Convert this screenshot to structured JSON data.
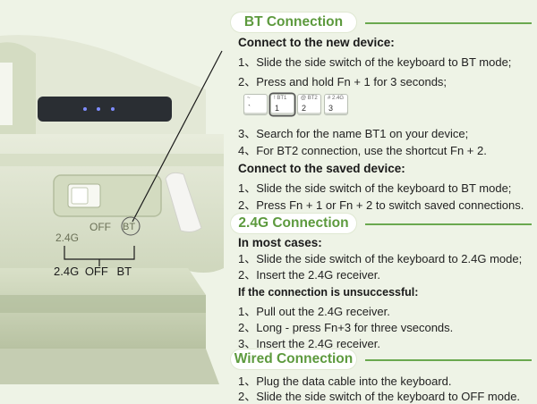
{
  "device": {
    "switch_labels": [
      "2.4G",
      "OFF",
      "BT"
    ]
  },
  "callout": {
    "labels": [
      "2.4G",
      "OFF",
      "BT"
    ]
  },
  "keys": [
    {
      "top": "~",
      "bottom": "`"
    },
    {
      "top": "! BT1",
      "bottom": "1"
    },
    {
      "top": "@ BT2",
      "bottom": "2"
    },
    {
      "top": "# 2.4G",
      "bottom": "3"
    }
  ],
  "bt": {
    "title": "BT Connection",
    "new_heading": "Connect to the new device:",
    "new_steps": [
      "1、Slide the side switch of the keyboard to BT mode;",
      "2、Press and hold Fn + 1 for 3 seconds;",
      "3、Search for the name BT1 on your device;",
      "4、For BT2 connection, use the shortcut Fn + 2."
    ],
    "saved_heading": "Connect to the saved device:",
    "saved_steps": [
      "1、Slide the side switch of the keyboard to BT mode;",
      "2、Press Fn + 1 or Fn + 2 to switch saved connections."
    ]
  },
  "g24": {
    "title": "2.4G Connection",
    "cases_heading": "In most cases:",
    "cases_steps": [
      "1、Slide the side switch of the keyboard to 2.4G mode;",
      "2、Insert the 2.4G receiver."
    ],
    "fail_heading": "If the connection is unsuccessful:",
    "fail_steps": [
      "1、Pull out the 2.4G receiver.",
      "2、Long - press Fn+3 for three vseconds.",
      "3、Insert the 2.4G receiver."
    ]
  },
  "wired": {
    "title": "Wired Connection",
    "steps": [
      "1、Plug the data cable into the keyboard.",
      "2、Slide the side switch of the keyboard to OFF mode."
    ]
  },
  "colors": {
    "accent": "#5d9a3e",
    "background": "#eef3e6",
    "keyboard_body": "#dfe6cf"
  }
}
